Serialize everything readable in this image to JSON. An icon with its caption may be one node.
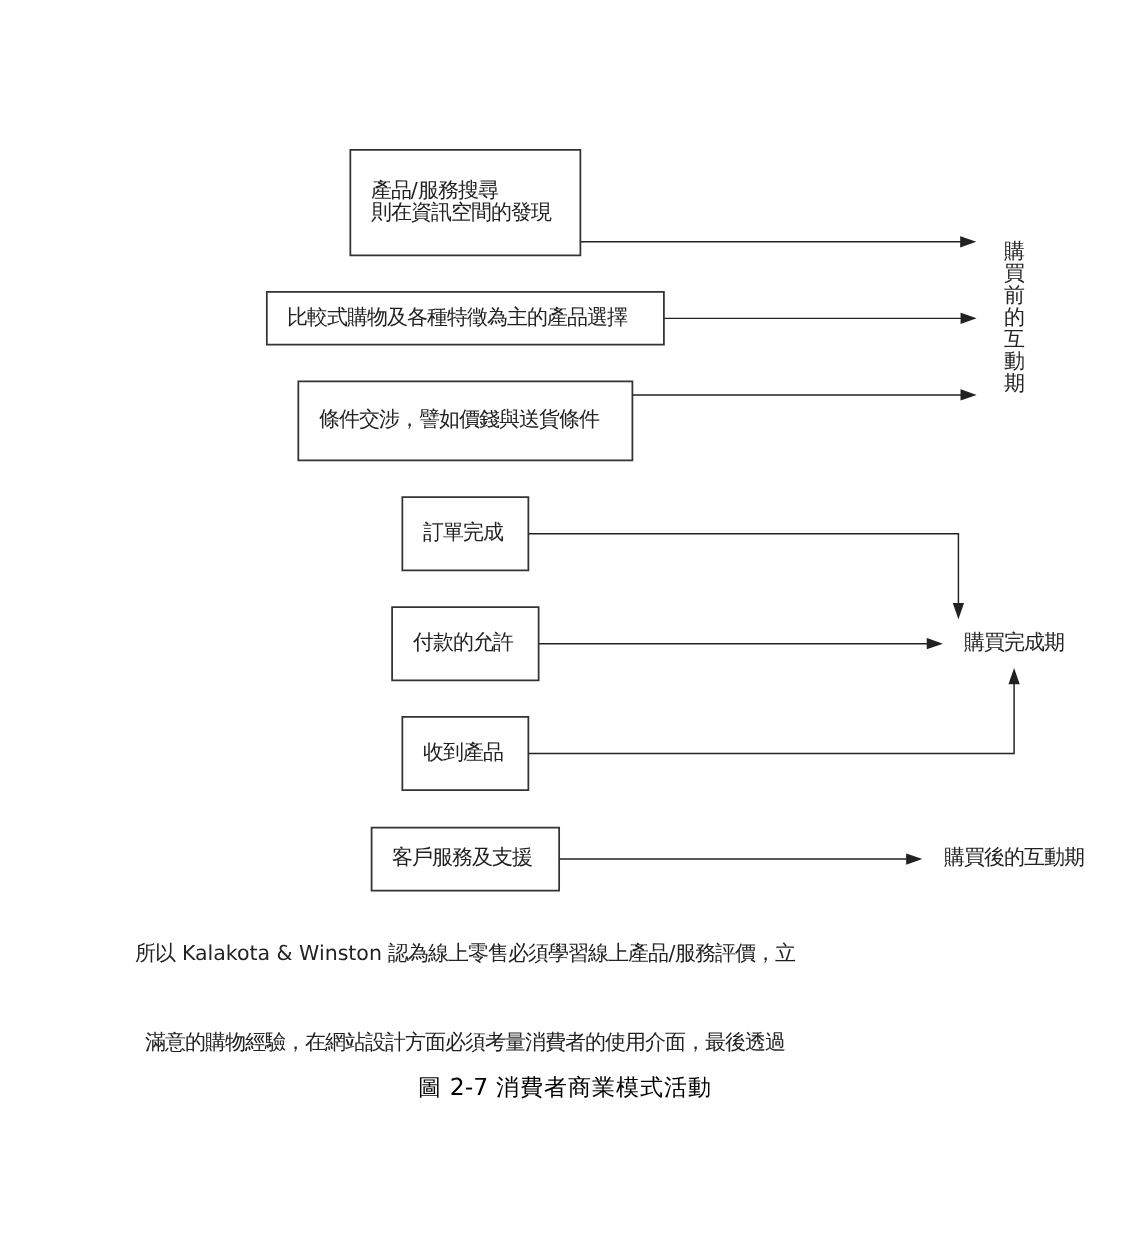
{
  "diagram": {
    "caption": "圖 2-7 消費者商業模式活動",
    "nodes": [
      {
        "text": [
          "產品/服務搜尋則在資訊空間的發現"
        ]
      },
      {
        "text": [
          "比較式購物及各種特徵為主的產品選擇"
        ]
      },
      {
        "text": [
          "條件交涉，譬如價錢與送貨條件"
        ]
      },
      {
        "text": [
          "購買前的互動期"
        ]
      },
      {
        "text": [
          "訂單完成"
        ]
      },
      {
        "text": [
          "付款的允許"
        ]
      },
      {
        "text": [
          "收到產品"
        ]
      },
      {
        "text": [
          "購買完成期"
        ]
      },
      {
        "text": [
          "客戶服務及支援"
        ]
      },
      {
        "text": [
          "購買後的互動期"
        ]
      }
    ],
    "edges": [
      {
        "from": 0,
        "to": 3,
        "arrow": "to"
      },
      {
        "from": 1,
        "to": 3,
        "arrow": "to"
      },
      {
        "from": 2,
        "to": 3,
        "arrow": "to"
      },
      {
        "from": 4,
        "to": 7,
        "arrow": "to"
      },
      {
        "from": 5,
        "to": 7,
        "arrow": "to"
      },
      {
        "from": 6,
        "to": 7,
        "arrow": "to"
      },
      {
        "from": 8,
        "to": 9,
        "arrow": "to"
      }
    ],
    "labels": [
      "所以 Kalakota & Winston 認為線上零售必須學習線上產品/服務評價，立",
      "滿意的購物經驗，在網站設計方面必須考量消費者的使用介面，最後透過"
    ]
  }
}
